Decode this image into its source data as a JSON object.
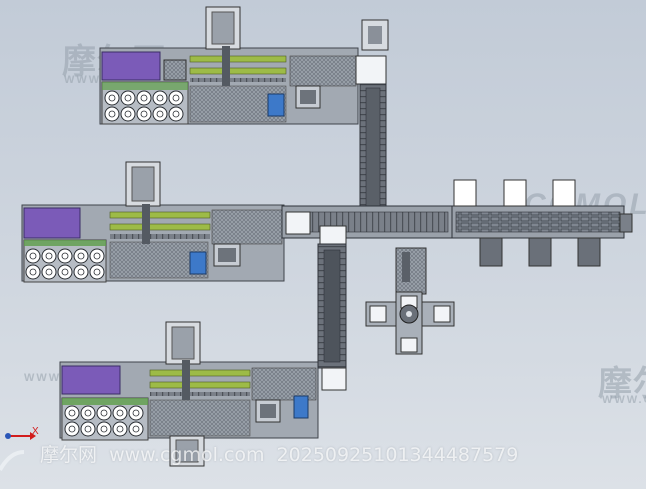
{
  "watermarks": {
    "top_left_brand": "摩尔网",
    "top_left_url": "WWW.CGMOL.COM",
    "right_cg": "CGMOL",
    "right_brand": "摩尔",
    "right_url": "WWW.CG",
    "left_url": "WWW."
  },
  "footer": {
    "brand": "摩尔网",
    "url": "www.cgmol.com",
    "id": "20250925101344487579"
  },
  "triad": {
    "x_label": "X"
  },
  "colors": {
    "background": "#c8d0da",
    "machine_body": "#8b929c",
    "accent_purple": "#7b5bb8",
    "accent_green": "#9dbb47",
    "accent_blue": "#3d79c9",
    "conveyor": "#6b7078"
  }
}
